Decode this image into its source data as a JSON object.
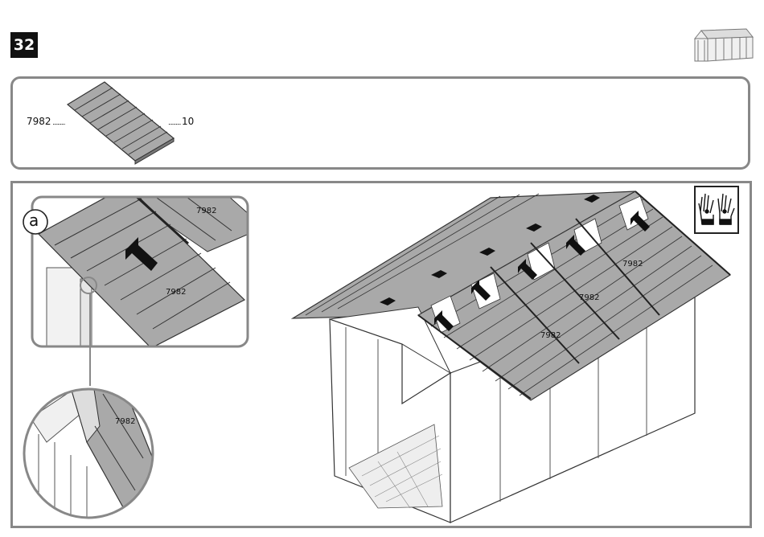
{
  "step": {
    "number": "32"
  },
  "parts": {
    "part_code": "7982",
    "quantity": "10"
  },
  "callouts": {
    "detail_marker": "a",
    "detail_top_label_1": "7982",
    "detail_top_label_2": "7982",
    "detail_zoom_label": "7982",
    "shed_label_1": "7982",
    "shed_label_2": "7982",
    "shed_label_3": "7982"
  },
  "icons": {
    "shed_thumbnail": "shed-thumbnail-icon",
    "gloves": "gloves-icon",
    "arrow": "push-arrow-icon"
  },
  "colors": {
    "panel_fill": "#a9a9a9",
    "panel_line": "#3a3a3a",
    "frame_border": "#888888",
    "badge_bg": "#111111"
  }
}
